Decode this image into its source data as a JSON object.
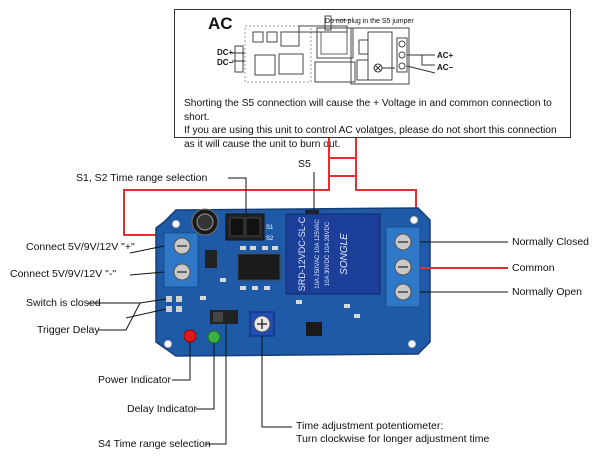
{
  "inset": {
    "title": "AC",
    "jumper_note": "Do not plug in the S5 jumper",
    "dc_plus": "DC+",
    "dc_minus": "DC−",
    "ac_plus": "AC+",
    "ac_minus": "AC−",
    "note_lines": [
      "Shorting the S5 connection will cause the + Voltage in and common connection to short.",
      "If you are using this unit to control AC volatges, please do not short this connection",
      "as it will cause the unit to burn out."
    ]
  },
  "labels": {
    "s5": "S5",
    "s1_s2": "S1, S2 Time range selection",
    "connect_plus": "Connect 5V/9V/12V \"+\"",
    "connect_minus": "Connect 5V/9V/12V \"-\"",
    "switch_closed": "Switch is closed",
    "trigger_delay": "Trigger Delay",
    "power_indicator": "Power Indicator",
    "delay_indicator": "Delay Indicator",
    "s4_range": "S4 Time range selection",
    "pot_line1": "Time adjustment potentiometer:",
    "pot_line2": "Turn clockwise for longer adjustment time",
    "normally_closed": "Normally Closed",
    "common": "Common",
    "normally_open": "Normally Open"
  },
  "board_marks": {
    "s1": "S1",
    "s2": "S2",
    "s5": "S5",
    "relay_lines": [
      "SRD-12VDC-SL-C",
      "10A 250VAC 10A 125VAC",
      "10A 30VDC 10A 28VDC"
    ],
    "relay_brand": "SONGLE"
  },
  "colors": {
    "board": "#1f5aa6",
    "relay": "#1c3f9a",
    "terminal": "#2f78c7",
    "wire_red": "#e03030",
    "led_red": "#e01818",
    "led_green": "#3cb043"
  }
}
